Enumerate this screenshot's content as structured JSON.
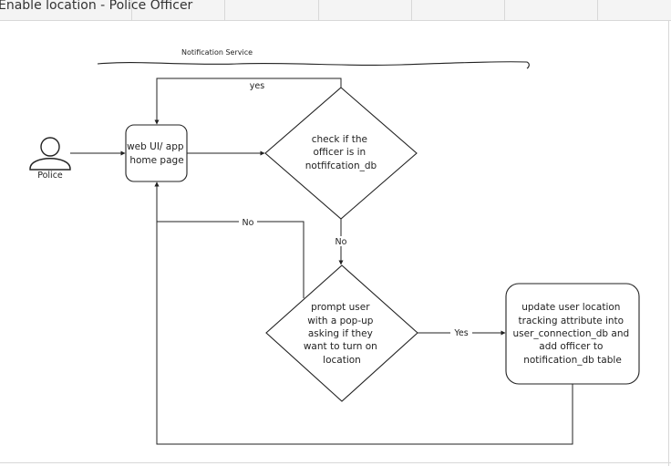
{
  "title": "Enable location - Police Officer",
  "actor": {
    "label": "Police",
    "icon": "person-icon"
  },
  "swimlane": {
    "label": "Notification Service"
  },
  "nodes": {
    "home": {
      "lines": [
        "web UI/ app",
        "home page"
      ]
    },
    "check": {
      "lines": [
        "check if the",
        "officer is in",
        "notfifcation_db"
      ]
    },
    "prompt": {
      "lines": [
        "prompt user",
        "with a pop-up",
        "asking if they",
        "want to turn on",
        "location"
      ]
    },
    "update": {
      "lines": [
        "update user location",
        "tracking attribute into",
        "user_connection_db and",
        "add officer to",
        "notification_db table"
      ]
    }
  },
  "edges": {
    "check_yes": "yes",
    "check_no": "No",
    "prompt_no": "No",
    "prompt_yes": "Yes"
  },
  "colors": {
    "stroke": "#222222",
    "text": "#222222",
    "grid": "#d8d8d8"
  }
}
